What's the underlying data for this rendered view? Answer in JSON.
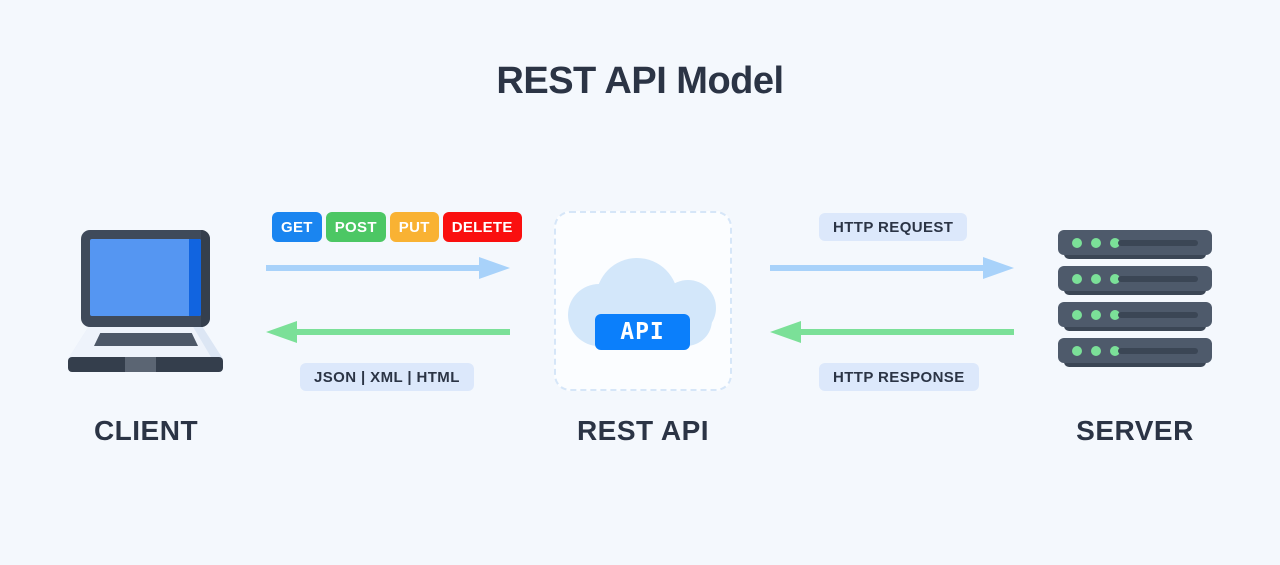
{
  "page": {
    "title": "REST API Model",
    "background_color": "#f4f8fd",
    "text_color": "#2b3445"
  },
  "nodes": {
    "client": {
      "label": "CLIENT",
      "icon": "laptop-icon"
    },
    "rest_api": {
      "label": "REST API",
      "icon": "cloud-icon",
      "chip_label": "API",
      "chip_color": "#0b7ffb",
      "cloud_color": "#d3e7fa"
    },
    "server": {
      "label": "SERVER",
      "icon": "server-rack-icon",
      "units": 4,
      "leds_per_unit": 3,
      "led_color": "#7be098"
    }
  },
  "http_methods": [
    {
      "label": "GET",
      "color": "#1a85f0"
    },
    {
      "label": "POST",
      "color": "#4cc764"
    },
    {
      "label": "PUT",
      "color": "#f9b233"
    },
    {
      "label": "DELETE",
      "color": "#fa0f0f"
    }
  ],
  "pills": {
    "formats": "JSON  |  XML  |  HTML",
    "http_request": "HTTP REQUEST",
    "http_response": "HTTP RESPONSE",
    "background_color": "#dce8fb"
  },
  "arrows": {
    "request_color": "#a8d2fa",
    "response_color": "#7be098",
    "client_to_api_request": "request",
    "api_to_client_response": "response",
    "api_to_server_request": "request",
    "server_to_api_response": "response"
  }
}
